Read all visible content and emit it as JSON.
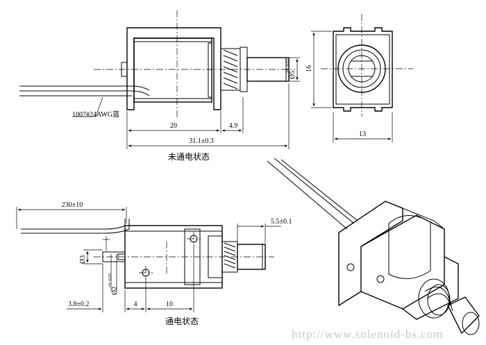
{
  "views": {
    "top": {
      "wire_label": "1007#24AWG蓝",
      "dim_body": "20",
      "dim_spring": "4.9",
      "dim_total": "31.1±0.3",
      "dim_plunger_dia": "Ø5",
      "dim_plunger_tol": "+0 -0.03",
      "caption": "未通电状态"
    },
    "end": {
      "dim_height": "16",
      "dim_width": "13"
    },
    "side": {
      "dim_wire": "230±10",
      "dim_stroke": "5.5±0.1",
      "dim_hole_dia": "Ø3",
      "dim_pin_dia": "Ø2",
      "dim_pin_tol": "+0 -0.03",
      "dim_pin_len": "3.8±0.2",
      "dim_gap": "4",
      "dim_hole_pitch": "10",
      "caption": "通电状态"
    }
  },
  "watermark": "http://www.solenoid-bs.com",
  "colors": {
    "line": "#000000",
    "watermark": "#c8c8c8",
    "background": "#ffffff"
  }
}
